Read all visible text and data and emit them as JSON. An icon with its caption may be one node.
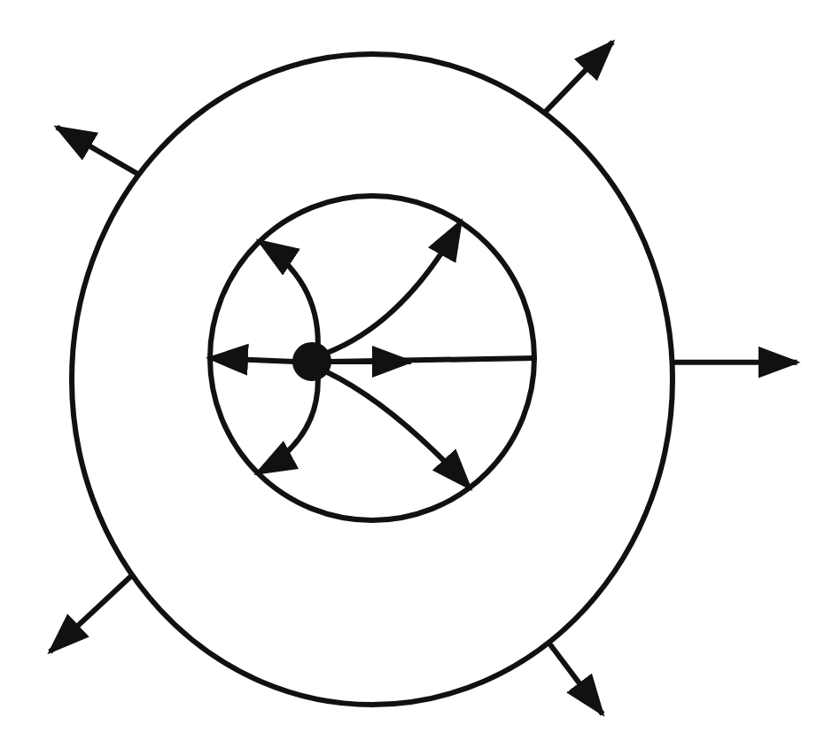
{
  "diagram": {
    "nodes": [
      {
        "text": [],
        "shape": "circle"
      },
      {
        "text": [],
        "shape": "circle",
        "in": 0
      },
      {
        "text": [],
        "shape": "circle",
        "in": 1
      }
    ],
    "edges": [
      {
        "from": 2,
        "to": 1,
        "arrow": "to"
      },
      {
        "from": 2,
        "to": 1,
        "arrow": "to"
      },
      {
        "from": 2,
        "to": 1,
        "arrow": "to"
      },
      {
        "from": 2,
        "to": 1,
        "arrow": "to"
      },
      {
        "from": 2,
        "to": null,
        "arrow": "to"
      },
      {
        "from": 2,
        "to": 1,
        "arrow": "none"
      },
      {
        "from": 2,
        "to": 1,
        "arrow": "to"
      },
      {
        "from": 0,
        "to": null,
        "arrow": "to"
      },
      {
        "from": 0,
        "to": null,
        "arrow": "to"
      },
      {
        "from": 0,
        "to": null,
        "arrow": "to"
      },
      {
        "from": 0,
        "to": null,
        "arrow": "to"
      },
      {
        "from": 0,
        "to": null,
        "arrow": "to"
      }
    ]
  }
}
